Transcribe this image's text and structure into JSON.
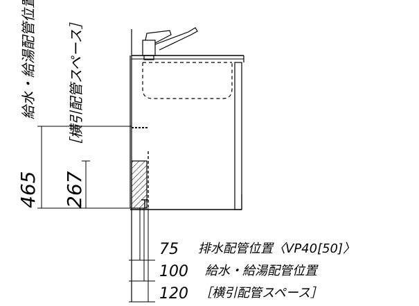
{
  "left_labels": {
    "dim_465": "465",
    "text_465": "給水・給湯配管位置",
    "dim_267": "267",
    "text_267": "［横引配管スペース］"
  },
  "bottom_labels": [
    {
      "value": "75",
      "text": "排水配管位置〈VP40[50]〉"
    },
    {
      "value": "100",
      "text": "給水・給湯配管位置"
    },
    {
      "value": "120",
      "text": "［横引配管スペース］"
    }
  ]
}
